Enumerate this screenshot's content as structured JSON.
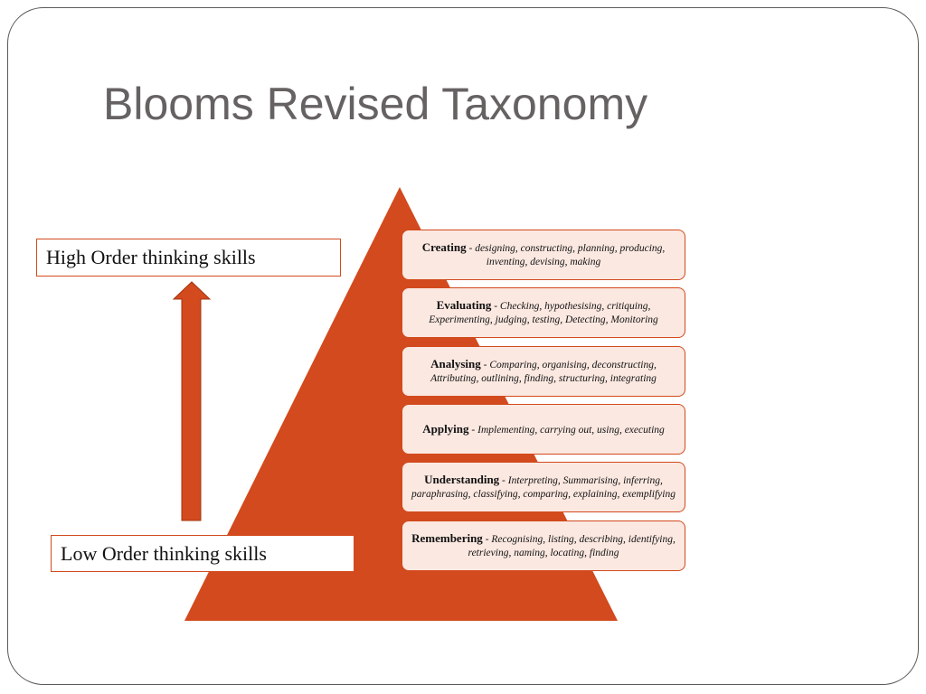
{
  "slide": {
    "title": "Blooms Revised Taxonomy"
  },
  "labels": {
    "high": "High Order thinking skills",
    "low": "Low Order thinking skills"
  },
  "levels": [
    {
      "name": "Creating",
      "separator": " - ",
      "verbs": "designing, constructing, planning, producing, inventing, devising, making"
    },
    {
      "name": "Evaluating",
      "separator": " - ",
      "verbs": "Checking, hypothesising, critiquing, Experimenting, judging, testing, Detecting, Monitoring"
    },
    {
      "name": "Analysing",
      "separator": " - ",
      "verbs": "Comparing, organising, deconstructing, Attributing, outlining, finding, structuring, integrating"
    },
    {
      "name": "Applying",
      "separator": " - ",
      "verbs": "Implementing, carrying out, using, executing"
    },
    {
      "name": "Understanding",
      "separator": " - ",
      "verbs": "Interpreting, Summarising, inferring, paraphrasing, classifying, comparing, explaining, exemplifying"
    },
    {
      "name": "Remembering",
      "separator": " - ",
      "verbs": "Recognising, listing, describing, identifying, retrieving, naming, locating, finding"
    }
  ],
  "colors": {
    "accent": "#d24a1d",
    "level_fill": "#fbe8e1",
    "title": "#676262"
  }
}
